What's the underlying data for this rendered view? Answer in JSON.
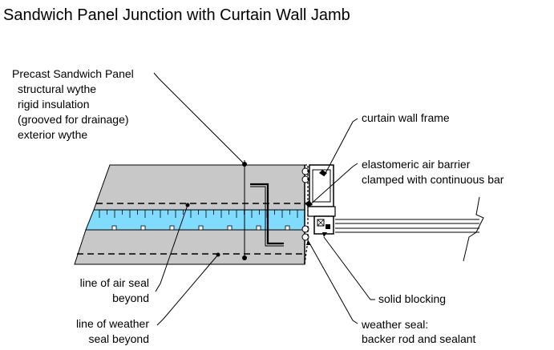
{
  "title": "Sandwich Panel Junction with Curtain Wall Jamb",
  "labels": {
    "panel": [
      "Precast Sandwich Panel",
      "structural wythe",
      "rigid insulation",
      "(grooved for drainage)",
      "exterior wythe"
    ],
    "curtain_wall_frame": "curtain wall frame",
    "air_barrier": [
      "elastomeric air barrier",
      "clamped with continuous bar"
    ],
    "solid_blocking": "solid blocking",
    "weather_seal_component": [
      "weather seal:",
      "backer rod and sealant"
    ],
    "air_seal_line": [
      "line of air seal",
      "beyond"
    ],
    "weather_seal_line": [
      "line of weather",
      "seal beyond"
    ]
  },
  "colors": {
    "concrete": "#c8c8c8",
    "insulation": "#7fdcff",
    "line": "#000000"
  }
}
